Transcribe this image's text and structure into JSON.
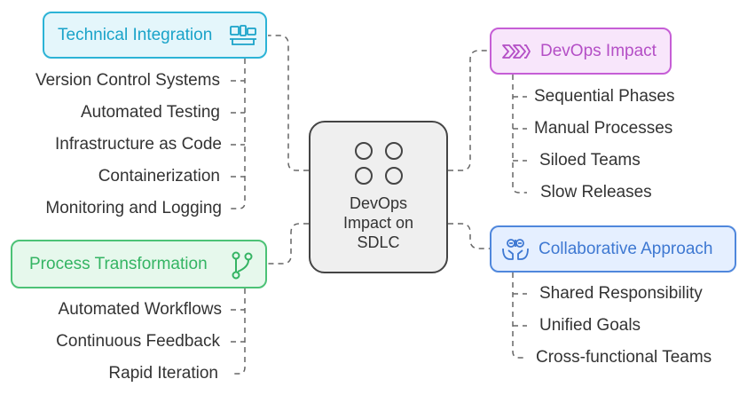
{
  "center": {
    "label": "DevOps\nImpact on\nSDLC",
    "icon": "four-circles-icon"
  },
  "technical_integration": {
    "title": "Technical Integration",
    "icon": "devices-icon",
    "color": "#2cb3d6",
    "items": [
      "Version Control Systems",
      "Automated Testing",
      "Infrastructure as Code",
      "Containerization",
      "Monitoring and Logging"
    ]
  },
  "process_transformation": {
    "title": "Process Transformation",
    "icon": "git-branch-icon",
    "color": "#4cc276",
    "items": [
      "Automated Workflows",
      "Continuous Feedback",
      "Rapid Iteration"
    ]
  },
  "devops_impact": {
    "title": "DevOps Impact",
    "icon": "chevrons-right-icon",
    "color": "#c65ed6",
    "items": [
      "Sequential Phases",
      "Manual Processes",
      "Siloed Teams",
      "Slow Releases"
    ]
  },
  "collaborative_approach": {
    "title": "Collaborative Approach",
    "icon": "team-brain-icon",
    "color": "#4f87dc",
    "items": [
      "Shared Responsibility",
      "Unified Goals",
      "Cross-functional Teams"
    ]
  }
}
